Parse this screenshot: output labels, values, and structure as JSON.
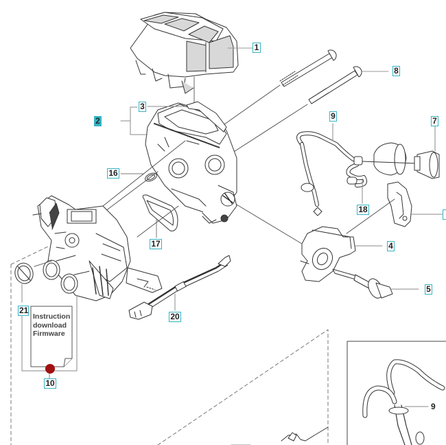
{
  "diagram": {
    "title": "Exploded parts view — air filter, carburetor and intake assembly",
    "accent_color": "#36b3c4",
    "marker_color": "#a01010",
    "callouts": [
      {
        "id": "1",
        "label": "1",
        "part": "air-filter"
      },
      {
        "id": "2",
        "label": "2",
        "part": "carburetor-housing-assembly"
      },
      {
        "id": "3",
        "label": "3",
        "part": "housing-gasket"
      },
      {
        "id": "4",
        "label": "4",
        "part": "choke-bracket"
      },
      {
        "id": "5",
        "label": "5",
        "part": "choke-knob"
      },
      {
        "id": "7",
        "label": "7",
        "part": "primer-bulb"
      },
      {
        "id": "8",
        "label": "8",
        "part": "long-bolt"
      },
      {
        "id": "9",
        "label": "9",
        "part": "fuel-hose"
      },
      {
        "id": "10",
        "label": "10",
        "part": "firmware-instruction"
      },
      {
        "id": "16",
        "label": "16",
        "part": "o-ring"
      },
      {
        "id": "17",
        "label": "17",
        "part": "seal-gasket"
      },
      {
        "id": "18",
        "label": "18",
        "part": "hose-connector"
      },
      {
        "id": "20",
        "label": "20",
        "part": "wire-harness"
      },
      {
        "id": "21",
        "label": "21",
        "part": "intake-ring"
      }
    ],
    "document_card": {
      "lines": [
        "Instruction",
        "download",
        "Firmware"
      ]
    },
    "inset": {
      "callout_label": "9"
    }
  }
}
